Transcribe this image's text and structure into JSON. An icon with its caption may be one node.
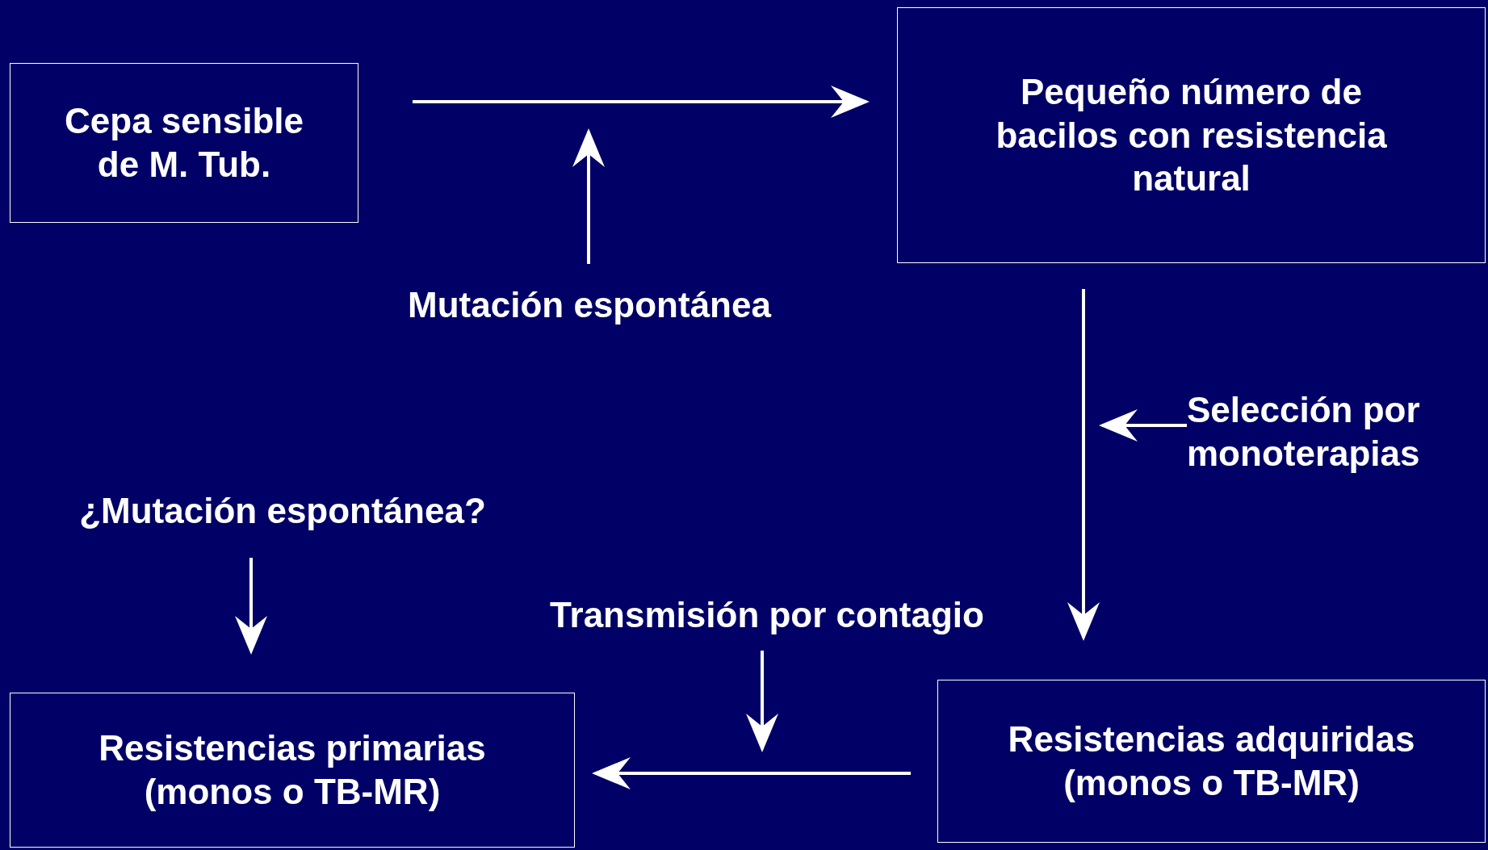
{
  "diagram": {
    "nodes": [
      {
        "text": [
          "Cepa sensible de M. Tub."
        ]
      },
      {
        "text": [
          "Pequeño número de bacilos con resistencia natural"
        ]
      },
      {
        "text": [
          "Mutación espontánea"
        ]
      },
      {
        "text": [
          "Selección por monoterapias"
        ]
      },
      {
        "text": [
          "¿Mutación espontánea?"
        ]
      },
      {
        "text": [
          "Transmisión por contagio"
        ]
      },
      {
        "text": [
          "Resistencias primarias (monos o TB-MR)"
        ]
      },
      {
        "text": [
          "Resistencias adquiridas (monos o TB-MR)"
        ]
      }
    ],
    "edges": [
      {
        "from": 0,
        "to": 1,
        "arrow": "to"
      },
      {
        "from": 2,
        "to": null,
        "arrow": "to"
      },
      {
        "from": 1,
        "to": 7,
        "arrow": "to"
      },
      {
        "from": 3,
        "to": null,
        "arrow": "to"
      },
      {
        "from": 4,
        "to": 6,
        "arrow": "to"
      },
      {
        "from": 5,
        "to": null,
        "arrow": "to"
      },
      {
        "from": 7,
        "to": 6,
        "arrow": "to"
      }
    ]
  }
}
